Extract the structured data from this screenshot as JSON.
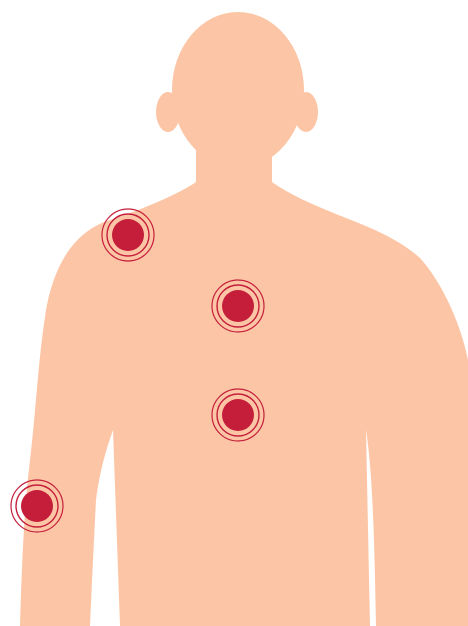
{
  "colors": {
    "skin": "#fcc6a6",
    "marker": "#c41e3a",
    "background": "#ffffff"
  },
  "figure": {
    "icon": "human-torso-icon",
    "view": "back"
  },
  "pain_points": [
    {
      "id": "right-shoulder"
    },
    {
      "id": "upper-back"
    },
    {
      "id": "mid-back"
    },
    {
      "id": "upper-arm"
    }
  ]
}
